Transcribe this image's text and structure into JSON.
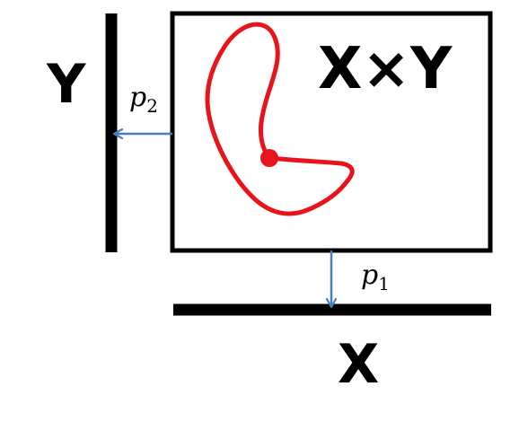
{
  "labels": {
    "y_space": "Y",
    "x_space": "X",
    "product_space": "X×Y"
  },
  "projections": [
    {
      "symbol": "p",
      "subscript": "1"
    },
    {
      "symbol": "p",
      "subscript": "2"
    }
  ],
  "colors": {
    "curve": "#e8141b",
    "arrow": "#4a7ebb",
    "lines": "#000000"
  }
}
